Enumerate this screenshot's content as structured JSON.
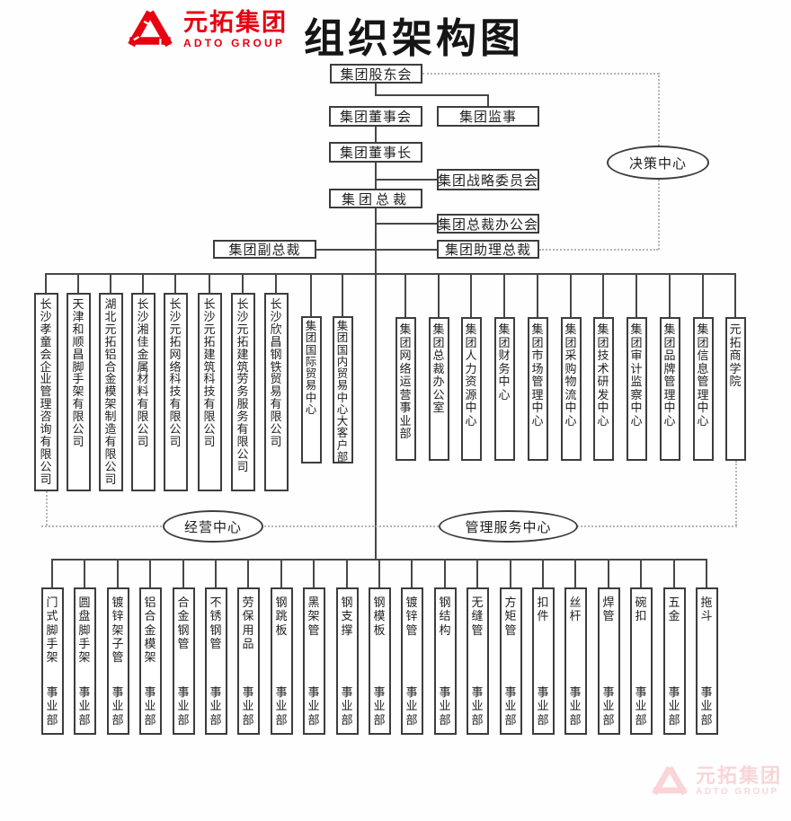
{
  "header": {
    "logo_cn": "元拓集团",
    "logo_en": "ADTO GROUP",
    "title": "组织架构图"
  },
  "top": {
    "shareholders": "集团股东会",
    "board": "集团董事会",
    "supervisors": "集团监事",
    "chairman": "集团董事长",
    "strategy_committee": "集团战略委员会",
    "decision_center": "决策中心",
    "president": "集团总裁",
    "president_office": "集团总裁办公会",
    "vice_president": "集团副总裁",
    "assistant_president": "集团助理总裁"
  },
  "middle": {
    "companies": [
      "长沙孝童会企业管理咨询有限公司",
      "天津和顺昌脚手架有限公司",
      "湖北元拓铝合金模架制造有限公司",
      "长沙湘佳金属材料有限公司",
      "长沙元拓网络科技有限公司",
      "长沙元拓建筑科技有限公司",
      "长沙元拓建筑劳务服务有限公司",
      "长沙欣昌钢铁贸易有限公司"
    ],
    "trade": [
      "集团国际贸易中心",
      "集团国内贸易中心大客户部"
    ],
    "centers": [
      "集团网络运营事业部",
      "集团总裁办公室",
      "集团人力资源中心",
      "集团财务中心",
      "集团市场管理中心",
      "集团采购物流中心",
      "集团技术研发中心",
      "集团审计监察中心",
      "集团品牌管理中心",
      "集团信息管理中心",
      "元拓商学院"
    ]
  },
  "ellipses": {
    "operation_center": "经营中心",
    "management_service_center": "管理服务中心"
  },
  "bottom": {
    "unit_suffix": "事业部",
    "units": [
      "门式脚手架",
      "圆盘脚手架",
      "镀锌架子管",
      "铝合金模架",
      "合金钢管",
      "不锈钢管",
      "劳保用品",
      "钢跳板",
      "黑架管",
      "钢支撑",
      "钢模板",
      "镀锌管",
      "钢结构",
      "无缝管",
      "方矩管",
      "扣件",
      "丝杆",
      "焊管",
      "碗扣",
      "五金",
      "拖斗"
    ]
  },
  "footer": {
    "logo_cn": "元拓集团",
    "logo_en": "ADTO GROUP"
  },
  "colors": {
    "brand_red": "#e60012",
    "line": "#474747"
  }
}
